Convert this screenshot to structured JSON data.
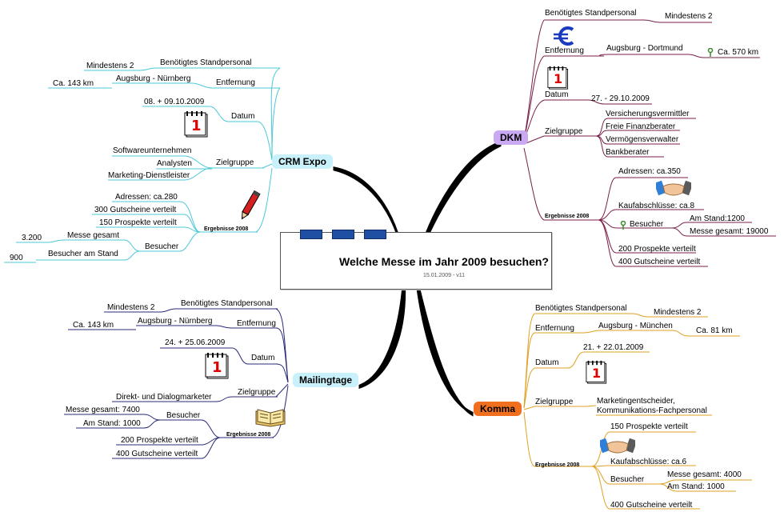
{
  "center": {
    "title": "Welche Messe im Jahr 2009 besuchen?",
    "subtitle": "15.01.2009 - v11"
  },
  "colors": {
    "crm": "#c9f1fb",
    "dkm": "#c9a9f2",
    "mailing": "#c9f1fb",
    "komma": "#f07020",
    "crm_line": "#4cc8d8",
    "dkm_line": "#7a1f4a",
    "mailing_line": "#2a2a78",
    "komma_line": "#e0a020"
  },
  "crm": {
    "label": "CRM Expo",
    "standpersonal": "Benötigtes Standpersonal",
    "standpersonal_val": "Mindestens 2",
    "entfernung": "Entfernung",
    "entfernung_route": "Augsburg - Nürnberg",
    "entfernung_km": "Ca. 143 km",
    "datum": "Datum",
    "datum_val": "08. + 09.10.2009",
    "zielgruppe": "Zielgruppe",
    "zg1": "Softwareunternehmen",
    "zg2": "Analysten",
    "zg3": "Marketing-Dienstleister",
    "ergebnisse": "Ergebnisse 2008",
    "adressen": "Adressen: ca.280",
    "gutscheine": "300 Gutscheine verteilt",
    "prospekte": "150 Prospekte verteilt",
    "besucher": "Besucher",
    "messe_gesamt": "Messe gesamt",
    "messe_gesamt_val": "3.200",
    "am_stand": "Besucher am Stand",
    "am_stand_val": "900"
  },
  "dkm": {
    "label": "DKM",
    "standpersonal": "Benötigtes Standpersonal",
    "standpersonal_val": "Mindestens 2",
    "entfernung": "Entfernung",
    "entfernung_route": "Augsburg - Dortmund",
    "entfernung_km": "Ca. 570 km",
    "datum": "Datum",
    "datum_val": "27. - 29.10.2009",
    "zielgruppe": "Zielgruppe",
    "zg1": "Versicherungsvermittler",
    "zg2": "Freie Finanzberater",
    "zg3": "Vermögensverwalter",
    "zg4": "Bankberater",
    "ergebnisse": "Ergebnisse 2008",
    "adressen": "Adressen: ca.350",
    "kauf": "Kaufabschlüsse: ca.8",
    "besucher": "Besucher",
    "am_stand": "Am Stand:1200",
    "messe_gesamt": "Messe gesamt: 19000",
    "prospekte": "200 Prospekte verteilt",
    "gutscheine": "400 Gutscheine verteilt"
  },
  "mailing": {
    "label": "Mailingtage",
    "standpersonal": "Benötigtes Standpersonal",
    "standpersonal_val": "Mindestens 2",
    "entfernung": "Entfernung",
    "entfernung_route": "Augsburg - Nürnberg",
    "entfernung_km": "Ca. 143 km",
    "datum": "Datum",
    "datum_val": "24. + 25.06.2009",
    "zielgruppe": "Zielgruppe",
    "zg1": "Direkt- und Dialogmarketer",
    "ergebnisse": "Ergebnisse 2008",
    "besucher": "Besucher",
    "messe_gesamt": "Messe gesamt: 7400",
    "am_stand": "Am Stand: 1000",
    "prospekte": "200 Prospekte verteilt",
    "gutscheine": "400 Gutscheine verteilt"
  },
  "komma": {
    "label": "Komma",
    "standpersonal": "Benötigtes Standpersonal",
    "standpersonal_val": "Mindestens 2",
    "entfernung": "Entfernung",
    "entfernung_route": "Augsburg - München",
    "entfernung_km": "Ca. 81 km",
    "datum": "Datum",
    "datum_val": "21. + 22.01.2009",
    "zielgruppe": "Zielgruppe",
    "zg1": "Marketingentscheider,",
    "zg2": "Kommunikations-Fachpersonal",
    "ergebnisse": "Ergebnisse 2008",
    "prospekte": "150 Prospekte verteilt",
    "kauf": "Kaufabschlüsse: ca.6",
    "besucher": "Besucher",
    "messe_gesamt": "Messe gesamt: 4000",
    "am_stand": "Am Stand: 1000",
    "gutscheine": "400 Gutscheine verteilt"
  },
  "calendar_glyph": "1"
}
